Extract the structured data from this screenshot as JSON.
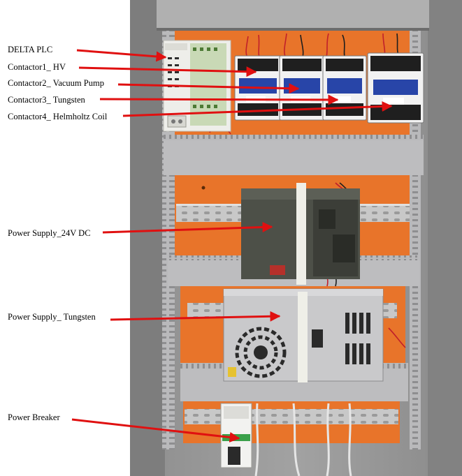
{
  "labels": [
    {
      "id": "plc",
      "text": "DELTA PLC"
    },
    {
      "id": "c1",
      "text": "Contactor1_ HV"
    },
    {
      "id": "c2",
      "text": "Contactor2_ Vacuum Pump"
    },
    {
      "id": "c3",
      "text": "Contactor3_ Tungsten"
    },
    {
      "id": "c4",
      "text": "Contactor4_ Helmholtz Coil"
    },
    {
      "id": "ps24",
      "text": "Power Supply_24V DC"
    },
    {
      "id": "pst",
      "text": "Power Supply_ Tungsten"
    },
    {
      "id": "pb",
      "text": "Power Breaker"
    }
  ],
  "colors": {
    "arrow": "#e01010",
    "panel_bg": "#9a9a9a",
    "backplate": "#e8742a",
    "duct": "#b9b9bb",
    "din_rail": "#c8c8c8",
    "psu_24v": "#4d5048",
    "psu_tungsten": "#c9c9cb",
    "contactor_body": "#f2f2f2",
    "contactor_blue": "#2845a8"
  }
}
